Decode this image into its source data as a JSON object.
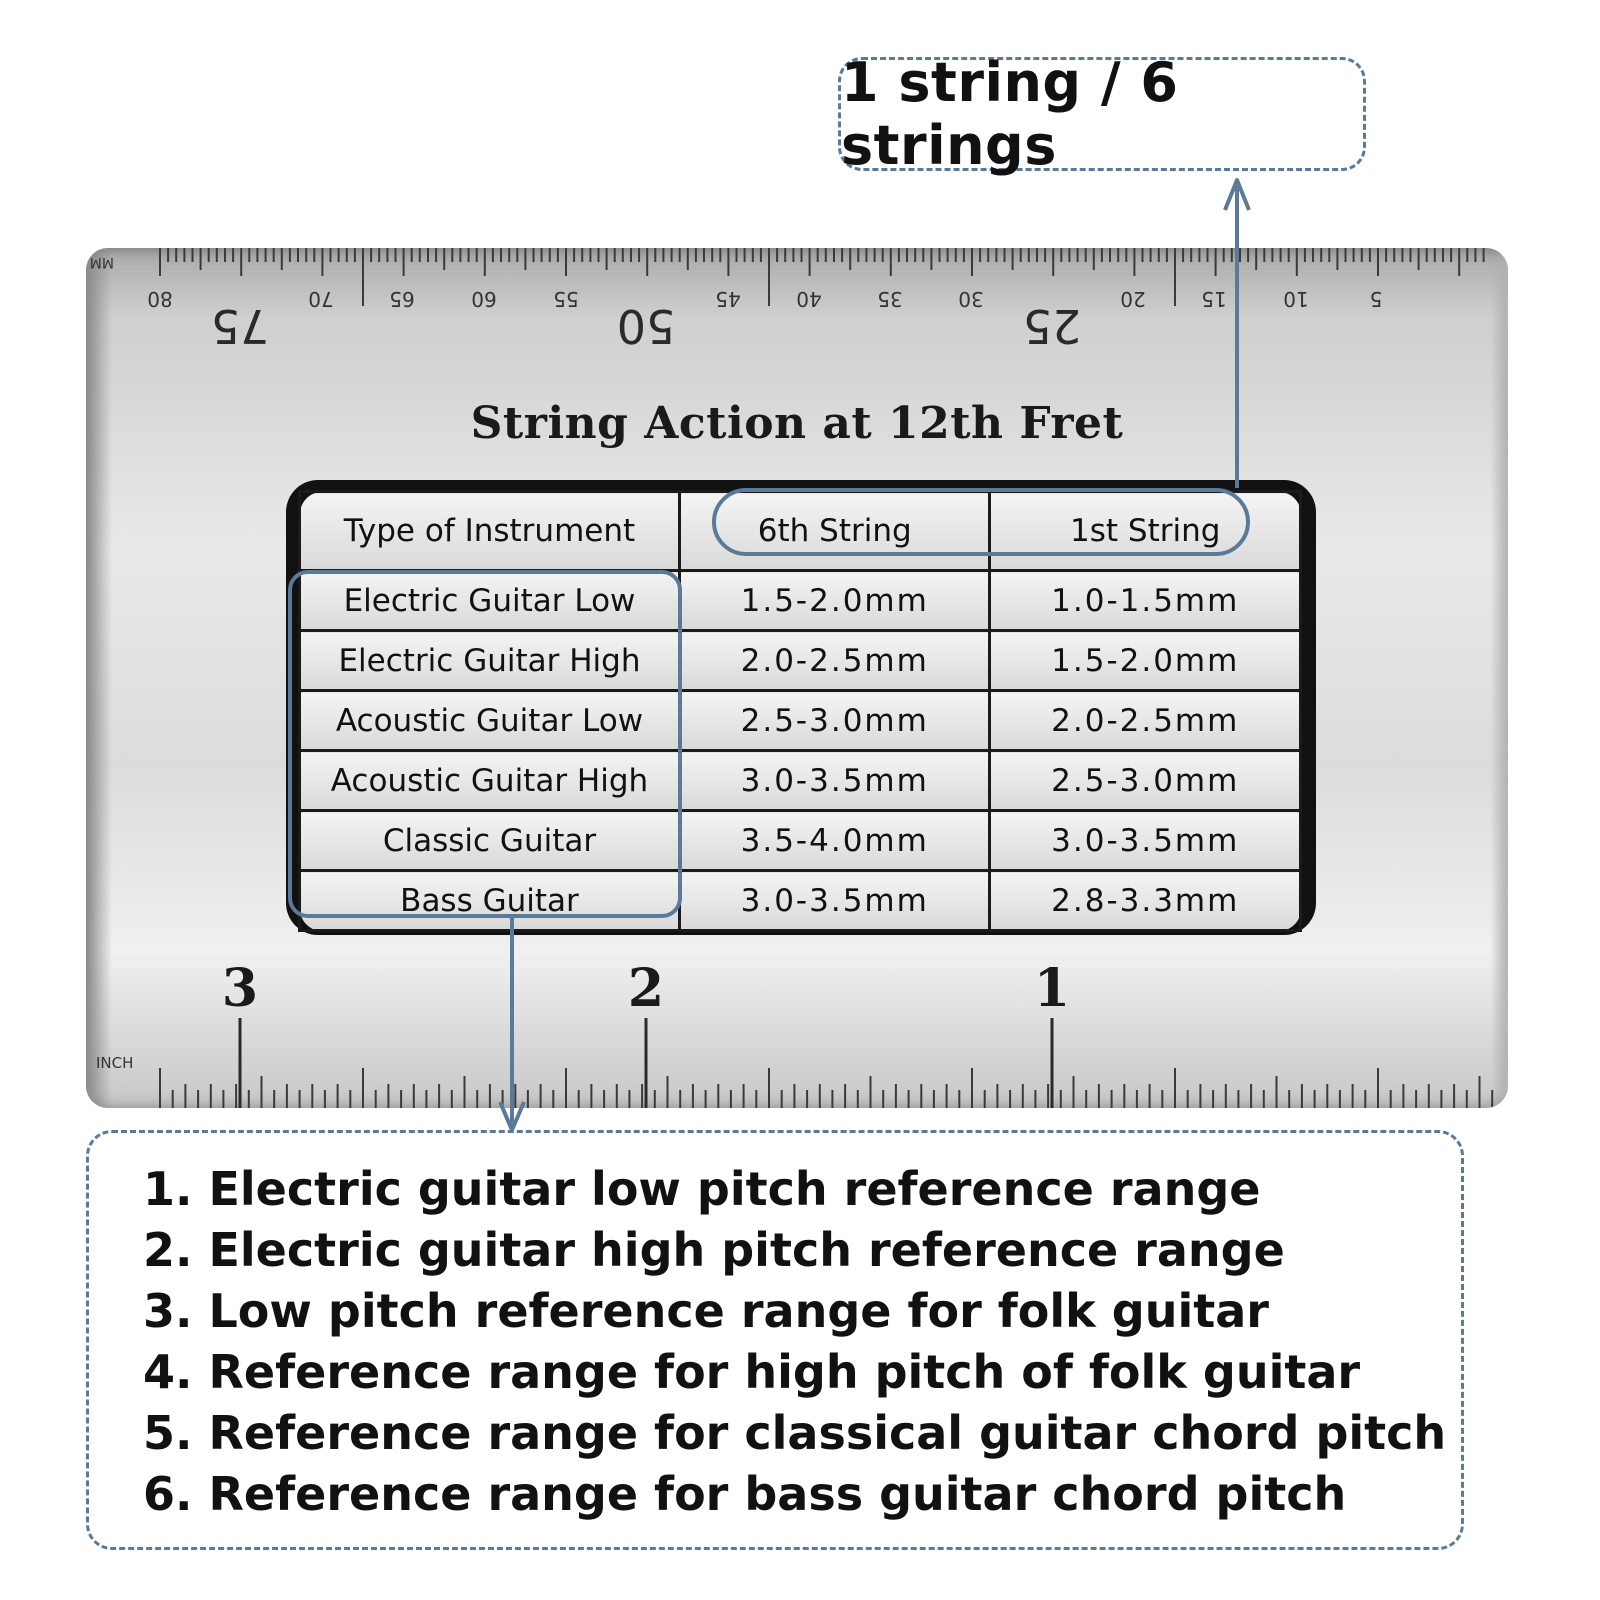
{
  "callout_top": {
    "text": "1 string / 6 strings"
  },
  "gauge": {
    "mm_unit": "MM",
    "inch_unit": "INCH",
    "mm_small_labels": [
      "80",
      "70",
      "65",
      "60",
      "55",
      "45",
      "40",
      "35",
      "30",
      "20",
      "15",
      "10",
      "5"
    ],
    "mm_big_labels": [
      "75",
      "50",
      "25"
    ],
    "inch_labels": [
      "3",
      "2",
      "1"
    ],
    "title": "String Action at 12th Fret",
    "table": {
      "headers": [
        "Type of Instrument",
        "6th String",
        "1st String"
      ],
      "rows": [
        [
          "Electric Guitar Low",
          "1.5-2.0mm",
          "1.0-1.5mm"
        ],
        [
          "Electric Guitar High",
          "2.0-2.5mm",
          "1.5-2.0mm"
        ],
        [
          "Acoustic Guitar Low",
          "2.5-3.0mm",
          "2.0-2.5mm"
        ],
        [
          "Acoustic Guitar High",
          "3.0-3.5mm",
          "2.5-3.0mm"
        ],
        [
          "Classic Guitar",
          "3.5-4.0mm",
          "3.0-3.5mm"
        ],
        [
          "Bass Guitar",
          "3.0-3.5mm",
          "2.8-3.3mm"
        ]
      ]
    }
  },
  "callout_bottom": {
    "items": [
      "1. Electric guitar low pitch reference range",
      "2. Electric guitar high pitch reference range",
      "3. Low pitch reference range for folk guitar",
      "4. Reference range for high pitch of folk guitar",
      "5. Reference range for classical guitar chord pitch",
      "6. Reference range for bass guitar chord pitch"
    ]
  },
  "colors": {
    "annotation": "#5b7a99",
    "text": "#111111",
    "plate_border": "#111111"
  }
}
